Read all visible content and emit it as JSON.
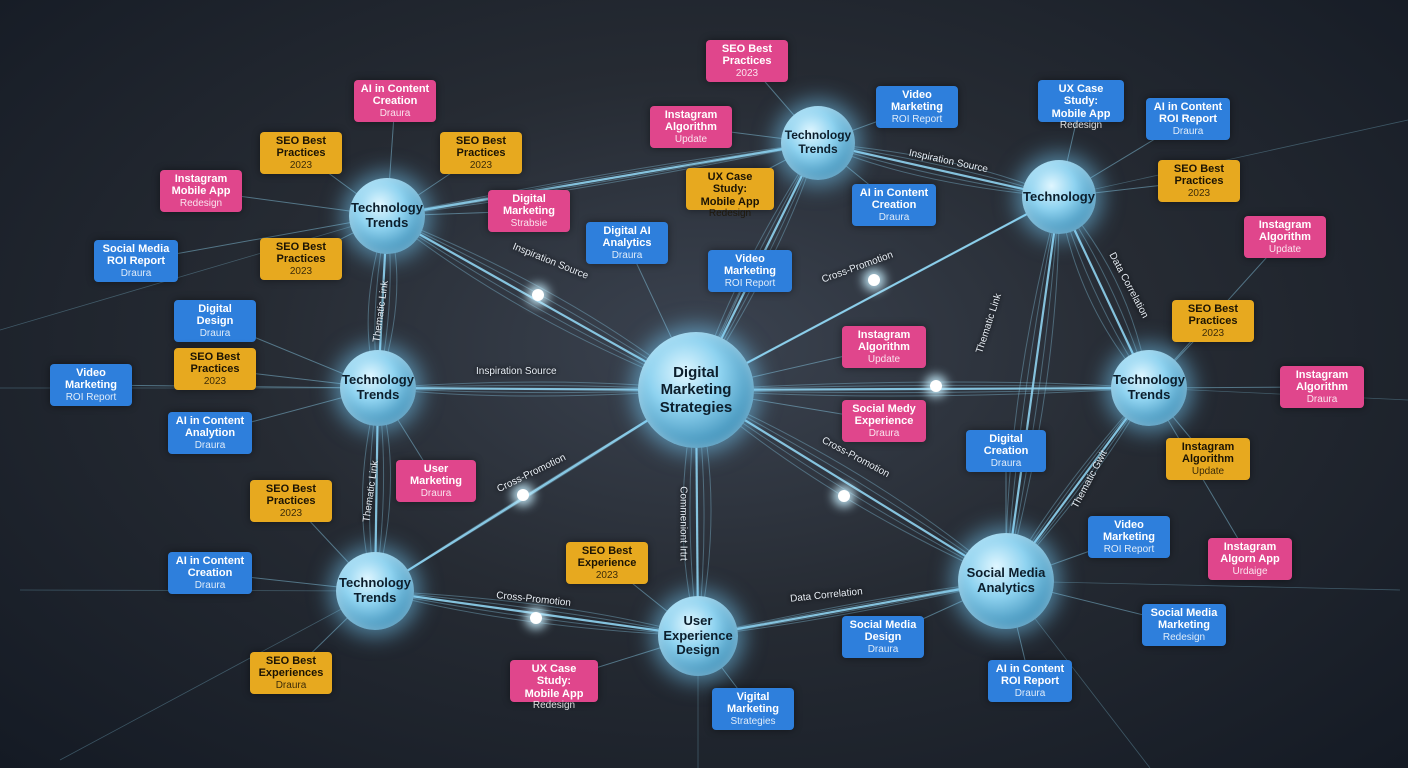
{
  "hubs": {
    "center": [
      "Digital",
      "Marketing",
      "Strategies"
    ],
    "tl": [
      "Technology",
      "Trends"
    ],
    "tc": [
      "Technology",
      "Trends"
    ],
    "tr": [
      "Technology"
    ],
    "ml": [
      "Technology",
      "Trends"
    ],
    "mr": [
      "Technology",
      "Trends"
    ],
    "bl": [
      "Technology",
      "Trends"
    ],
    "bc": [
      "User",
      "Experience",
      "Design"
    ],
    "br": [
      "Social Media",
      "Analytics"
    ]
  },
  "links": {
    "inspiration_source_1": "Inspiration Source",
    "inspiration_source_2": "Inspiration Source",
    "inspiration_source_3": "Inspiration Source",
    "cross_promotion_1": "Cross-Promotion",
    "cross_promotion_2": "Cross-Promotion",
    "cross_promotion_3": "Cross-Promotion",
    "cross_promotion_4": "Cross-Promotion",
    "thematic_link_1": "Thematic Link",
    "thematic_link_2": "Thematic Link",
    "thematic_link_3": "Thematic Link",
    "thematic_link_4": "Thematic Gwit",
    "data_correlation_1": "Data Correlation",
    "data_correlation_2": "Data Correlation",
    "comment_link": "Commeniont Irtrt"
  },
  "cards": [
    {
      "title": [
        "SEO Best",
        "Practices"
      ],
      "sub": "2023"
    },
    {
      "title": [
        "AI in Content",
        "Creation"
      ],
      "sub": "Draura"
    },
    {
      "title": [
        "Instagram",
        "Algorithm"
      ],
      "sub": "Update"
    },
    {
      "title": [
        "Video",
        "Marketing"
      ],
      "sub": "ROI Report"
    },
    {
      "title": [
        "UX Case Study:",
        "Mobile App"
      ],
      "sub": "Redesign"
    },
    {
      "title": [
        "AI in Content",
        "ROI Report"
      ],
      "sub": "Draura"
    },
    {
      "title": [
        "SEO Best",
        "Practices"
      ],
      "sub": "2023"
    },
    {
      "title": [
        "SEO Best",
        "Practices"
      ],
      "sub": "2023"
    },
    {
      "title": [
        "Instagram",
        "Mobile App"
      ],
      "sub": "Redesign"
    },
    {
      "title": [
        "Digital",
        "Marketing"
      ],
      "sub": "Strabsie"
    },
    {
      "title": [
        "UX Case Study:",
        "Mobile App"
      ],
      "sub": "Redesign"
    },
    {
      "title": [
        "AI in Content",
        "Creation"
      ],
      "sub": "Draura"
    },
    {
      "title": [
        "SEO Best",
        "Practices"
      ],
      "sub": "2023"
    },
    {
      "title": [
        "Instagram",
        "Algorithm"
      ],
      "sub": "Update"
    },
    {
      "title": [
        "Social Media",
        "ROI Report"
      ],
      "sub": "Draura"
    },
    {
      "title": [
        "SEO Best",
        "Practices"
      ],
      "sub": "2023"
    },
    {
      "title": [
        "Digital AI",
        "Analytics"
      ],
      "sub": "Draura"
    },
    {
      "title": [
        "Video",
        "Marketing"
      ],
      "sub": "ROI Report"
    },
    {
      "title": [
        "Digital",
        "Design"
      ],
      "sub": "Draura"
    },
    {
      "title": [
        "SEO Best",
        "Practices"
      ],
      "sub": "2023"
    },
    {
      "title": [
        "SEO Best",
        "Practices"
      ],
      "sub": "2023"
    },
    {
      "title": [
        "Video",
        "Marketing"
      ],
      "sub": "ROI Report"
    },
    {
      "title": [
        "Instagram",
        "Algorithm"
      ],
      "sub": "Update"
    },
    {
      "title": [
        "Instagram",
        "Algorithm"
      ],
      "sub": "Draura"
    },
    {
      "title": [
        "AI in Content",
        "Analytion"
      ],
      "sub": "Draura"
    },
    {
      "title": [
        "Social Medy",
        "Experience"
      ],
      "sub": "Draura"
    },
    {
      "title": [
        "Digital",
        "Creation"
      ],
      "sub": "Draura"
    },
    {
      "title": [
        "Instagram",
        "Algorithm"
      ],
      "sub": "Update"
    },
    {
      "title": [
        "User",
        "Marketing"
      ],
      "sub": "Draura"
    },
    {
      "title": [
        "SEO Best",
        "Practices"
      ],
      "sub": "2023"
    },
    {
      "title": [
        "Video",
        "Marketing"
      ],
      "sub": "ROI Report"
    },
    {
      "title": [
        "Instagram",
        "Algorn App"
      ],
      "sub": "Urdaige"
    },
    {
      "title": [
        "AI in Content",
        "Creation"
      ],
      "sub": "Draura"
    },
    {
      "title": [
        "SEO Best",
        "Experience"
      ],
      "sub": "2023"
    },
    {
      "title": [
        "Social Media",
        "Design"
      ],
      "sub": "Draura"
    },
    {
      "title": [
        "Social Media",
        "Marketing"
      ],
      "sub": "Redesign"
    },
    {
      "title": [
        "SEO Best",
        "Experiences"
      ],
      "sub": "Draura"
    },
    {
      "title": [
        "UX Case Study:",
        "Mobile App"
      ],
      "sub": "Redesign"
    },
    {
      "title": [
        "Vigital",
        "Marketing"
      ],
      "sub": "Strategies"
    },
    {
      "title": [
        "AI in Content",
        "ROI Report"
      ],
      "sub": "Draura"
    }
  ],
  "colors": {
    "pink": "#e0468c",
    "yellow": "#e7a91f",
    "blue": "#2e7fdc",
    "glow": "#8fd3f0"
  }
}
